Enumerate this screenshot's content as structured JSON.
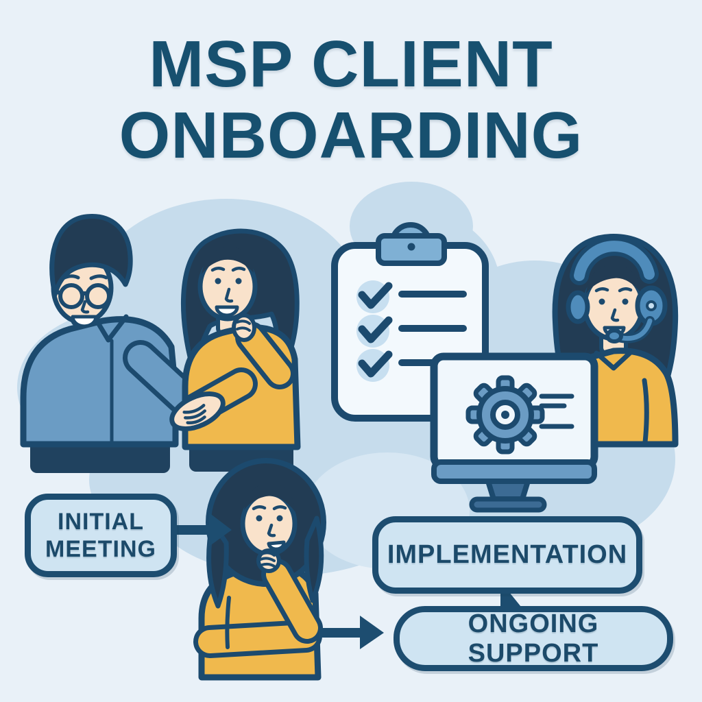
{
  "title": {
    "line1": "MSP CLIENT",
    "line2": "ONBOARDING"
  },
  "flow": {
    "step1_label": "INITIAL MEETING",
    "step2_label": "IMPLEMENTATION",
    "step3_label": "ONGOING SUPPORT"
  },
  "illustrations": {
    "handshake": "two people shaking hands (man in blue shirt with glasses, woman in yellow sweater)",
    "clipboard": "clipboard with three checked checklist items",
    "support_agent": "woman wearing blue headset with microphone",
    "monitor": "computer monitor showing a settings gear and text lines",
    "thinking_person": "woman with hand on chin thinking"
  },
  "colors": {
    "background": "#e9f1f8",
    "cloud": "#c6dcec",
    "ink_outline": "#1c4a6e",
    "title_text": "#17506f",
    "label_text": "#1c4a6a",
    "box_fill": "#cfe4f2",
    "accent_blue": "#6b9cc4",
    "headset_blue": "#4f8cbb",
    "yellow": "#f0b94d",
    "skin": "#f9e2cb",
    "hair": "#223c54",
    "paper": "#f3f9fd"
  }
}
